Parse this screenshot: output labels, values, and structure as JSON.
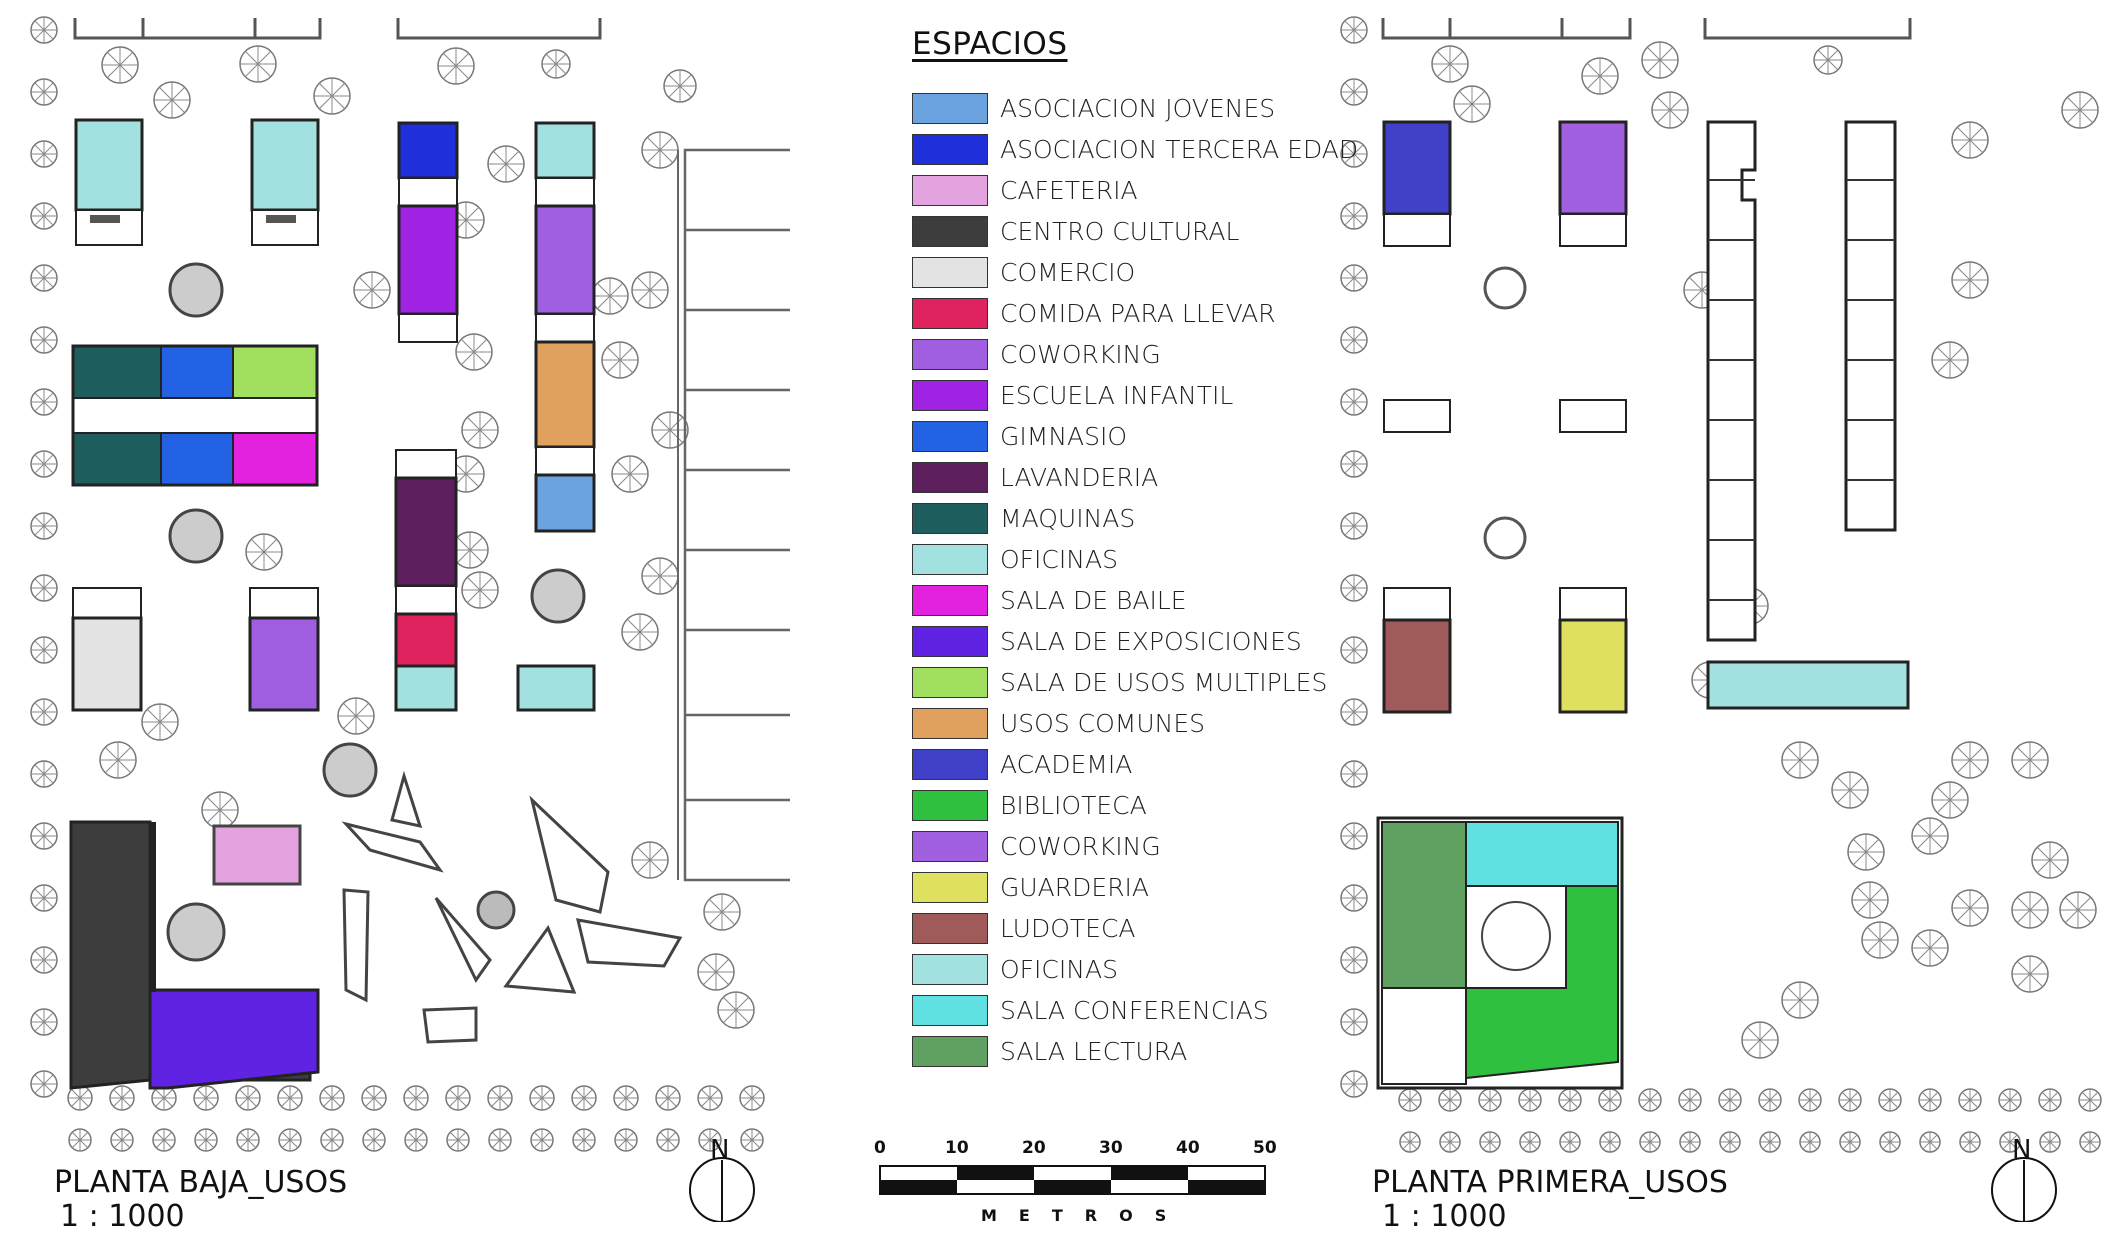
{
  "legend": {
    "title": "ESPACIOS",
    "items": [
      {
        "label": "ASOCIACION JOVENES",
        "color": "#6aa3e0"
      },
      {
        "label": "ASOCIACION TERCERA EDAD",
        "color": "#1f2fd9"
      },
      {
        "label": "CAFETERIA",
        "color": "#e3a3df"
      },
      {
        "label": "CENTRO CULTURAL",
        "color": "#3d3d3d"
      },
      {
        "label": "COMERCIO",
        "color": "#e3e3e3"
      },
      {
        "label": "COMIDA PARA LLEVAR",
        "color": "#e0225e"
      },
      {
        "label": "COWORKING",
        "color": "#a05ee0"
      },
      {
        "label": "ESCUELA INFANTIL",
        "color": "#a022e3"
      },
      {
        "label": "GIMNASIO",
        "color": "#2262e3"
      },
      {
        "label": "LAVANDERIA",
        "color": "#5e1f5e"
      },
      {
        "label": "MAQUINAS",
        "color": "#1e5e5e"
      },
      {
        "label": "OFICINAS",
        "color": "#a3e0e0"
      },
      {
        "label": "SALA DE BAILE",
        "color": "#e322df"
      },
      {
        "label": "SALA DE EXPOSICIONES",
        "color": "#6022e3"
      },
      {
        "label": "SALA DE USOS MULTIPLES",
        "color": "#a0e05e"
      },
      {
        "label": "USOS COMUNES",
        "color": "#e0a05e"
      },
      {
        "label": "ACADEMIA",
        "color": "#4040c8"
      },
      {
        "label": "BIBLIOTECA",
        "color": "#30c040"
      },
      {
        "label": "COWORKING",
        "color": "#a060e0"
      },
      {
        "label": "GUARDERIA",
        "color": "#e0e060"
      },
      {
        "label": "LUDOTECA",
        "color": "#a05a5a"
      },
      {
        "label": "OFICINAS",
        "color": "#a3e0e0"
      },
      {
        "label": "SALA CONFERENCIAS",
        "color": "#60e0e0"
      },
      {
        "label": "SALA LECTURA",
        "color": "#60a060"
      }
    ]
  },
  "plans": {
    "ground": {
      "title": "PLANTA BAJA_USOS",
      "scale": "1 : 1000"
    },
    "first": {
      "title": "PLANTA PRIMERA_USOS",
      "scale": "1 : 1000"
    }
  },
  "scalebar": {
    "ticks": [
      "0",
      "10",
      "20",
      "30",
      "40",
      "50"
    ],
    "unit": "METROS"
  },
  "north_arrow": {
    "label": "N"
  }
}
